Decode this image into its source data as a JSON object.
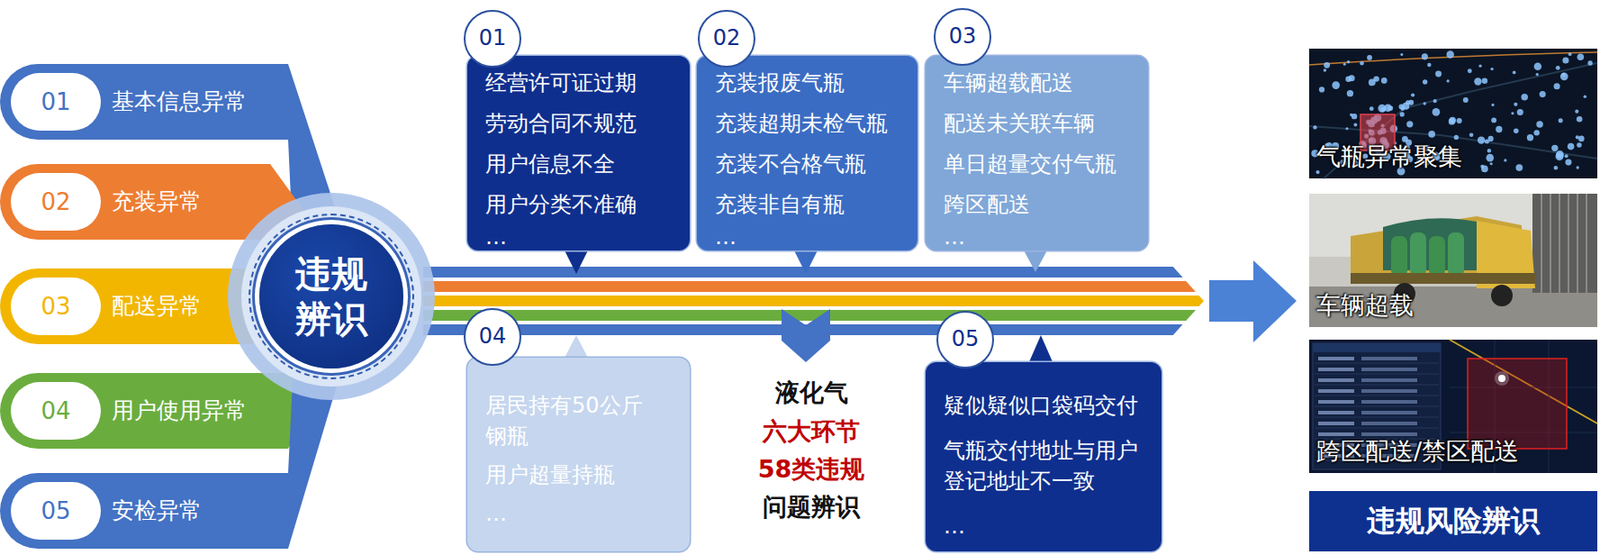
{
  "diagram": {
    "nodes": [
      {
        "text": [
          "01",
          "基本信息异常"
        ]
      },
      {
        "text": [
          "02",
          "充装异常"
        ]
      },
      {
        "text": [
          "03",
          "配送异常"
        ]
      },
      {
        "text": [
          "04",
          "用户使用异常"
        ]
      },
      {
        "text": [
          "05",
          "安检异常"
        ]
      },
      {
        "text": [
          "违规 辨识"
        ]
      },
      {
        "text": [
          "01",
          "经营许可证过期",
          "劳动合同不规范",
          "用户信息不全",
          "用户分类不准确",
          "…"
        ]
      },
      {
        "text": [
          "02",
          "充装报废气瓶",
          "充装超期未检气瓶",
          "充装不合格气瓶",
          "充装非自有瓶",
          "…"
        ]
      },
      {
        "text": [
          "03",
          "车辆超载配送",
          "配送未关联车辆",
          "单日超量交付气瓶",
          "跨区配送",
          "…"
        ]
      },
      {
        "text": [
          "04",
          "居民持有50公斤 钢瓶",
          "用户超量持瓶",
          "…"
        ]
      },
      {
        "text": [
          "05",
          "疑似疑似口袋码交付",
          "气瓶交付地址与用户 登记地址不一致",
          "…"
        ]
      },
      {
        "text": [
          "气瓶异常聚集"
        ]
      },
      {
        "text": [
          "车辆超载"
        ]
      },
      {
        "text": [
          "跨区配送/禁区配送"
        ]
      },
      {
        "text": [
          "违规风险辨识"
        ]
      }
    ],
    "edges": [
      {
        "from": 0,
        "to": 5,
        "arrow": "none"
      },
      {
        "from": 1,
        "to": 5,
        "arrow": "none"
      },
      {
        "from": 2,
        "to": 5,
        "arrow": "none"
      },
      {
        "from": 3,
        "to": 5,
        "arrow": "none"
      },
      {
        "from": 4,
        "to": 5,
        "arrow": "none"
      }
    ],
    "labels": [
      "液化气",
      "六大环节",
      "58类违规",
      "问题辨识"
    ]
  }
}
